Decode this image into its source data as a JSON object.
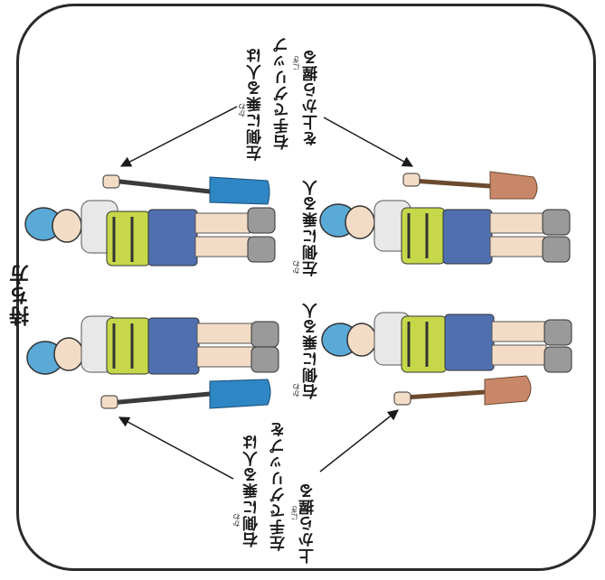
{
  "title": "持ち方",
  "labels": {
    "top_right_line1": "左側に乗る人は",
    "top_right_line2": "右手でグリップ",
    "top_right_line3": "を上から握る",
    "top_right_ruby_kawa": "かわ",
    "top_right_ruby_nigi": "にぎ",
    "bottom_left_line1": "右側に乗る人は",
    "bottom_left_line2": "左手でグリップを",
    "bottom_left_line3": "上から握る",
    "bottom_left_ruby_kawa": "かわ",
    "bottom_left_ruby_nigi": "にぎ",
    "left_paddler_top": "左側に乗る人",
    "left_paddler_top_ruby": "かわ",
    "right_paddler_bottom": "右側に乗る人",
    "right_paddler_bottom_ruby": "かわ"
  },
  "colors": {
    "vest": "#c6d84a",
    "helmet": "#5aaad8",
    "blue_paddle": "#2f86c4",
    "wood_paddle": "#c9876a",
    "shorts": "#4f6fae",
    "frame": "#2a2a2a"
  }
}
